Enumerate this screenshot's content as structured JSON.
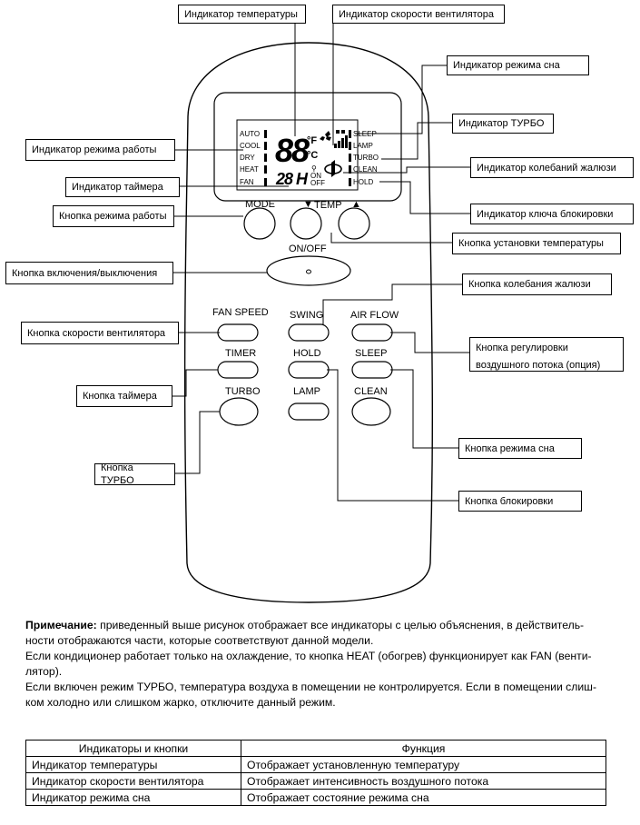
{
  "callouts": {
    "temp_indicator": "Индикатор температуры",
    "fan_speed_indicator": "Индикатор скорости вентилятора",
    "sleep_indicator": "Индикатор режима сна",
    "turbo_indicator": "Индикатор ТУРБО",
    "mode_indicator": "Индикатор режима работы",
    "swing_indicator": "Индикатор колебаний жалюзи",
    "timer_indicator": "Индикатор таймера",
    "lock_indicator": "Индикатор ключа блокировки",
    "mode_button": "Кнопка режима работы",
    "temp_button": "Кнопка установки температуры",
    "onoff_button": "Кнопка включения/выключения",
    "swing_button": "Кнопка колебания жалюзи",
    "fan_speed_button": "Кнопка скорости вентилятора",
    "airflow_button_line1": "Кнопка регулировки",
    "airflow_button_line2": "воздушного потока (опция)",
    "timer_button": "Кнопка таймера",
    "sleep_button": "Кнопка режима сна",
    "turbo_button": "Кнопка ТУРБО",
    "lock_button": "Кнопка блокировки"
  },
  "remote": {
    "lcd_modes": [
      "AUTO",
      "COOL",
      "DRY",
      "HEAT",
      "FAN"
    ],
    "lcd_status": [
      "SLEEP",
      "LAMP",
      "TURBO",
      "CLEAN",
      "HOLD"
    ],
    "temp_digits": "88",
    "unit_f": "°F",
    "unit_c": "°C",
    "timer_digits": "28 H",
    "timer_on": "ON",
    "timer_off": "OFF",
    "buttons": {
      "mode": "MODE",
      "temp": "TEMP",
      "temp_down_glyph": "▼",
      "temp_up_glyph": "▲",
      "onoff": "ON/OFF",
      "fan_speed": "FAN SPEED",
      "swing": "SWING",
      "air_flow": "AIR FLOW",
      "timer": "TIMER",
      "hold": "HOLD",
      "sleep": "SLEEP",
      "turbo": "TURBO",
      "lamp": "LAMP",
      "clean": "CLEAN"
    }
  },
  "note": {
    "heading": "Примечание:",
    "p1": " приведенный выше рисунок отображает все индикаторы с целью объяснения, в действитель-ности отображаются части, которые соответствуют данной модели.",
    "p2": "Если кондиционер работает только на охлаждение, то кнопка HEAT (обогрев) функционирует как FAN (венти-лятор).",
    "p3": "Если включен режим ТУРБО, температура воздуха в помещении не контролируется. Если в помещении слиш-ком холодно или слишком жарко, отключите данный режим."
  },
  "table": {
    "headers": [
      "Индикаторы и кнопки",
      "Функция"
    ],
    "rows": [
      [
        "Индикатор температуры",
        "Отображает установленную температуру"
      ],
      [
        "Индикатор скорости вентилятора",
        "Отображает интенсивность воздушного потока"
      ],
      [
        "Индикатор режима сна",
        "Отображает состояние режима сна"
      ]
    ]
  }
}
